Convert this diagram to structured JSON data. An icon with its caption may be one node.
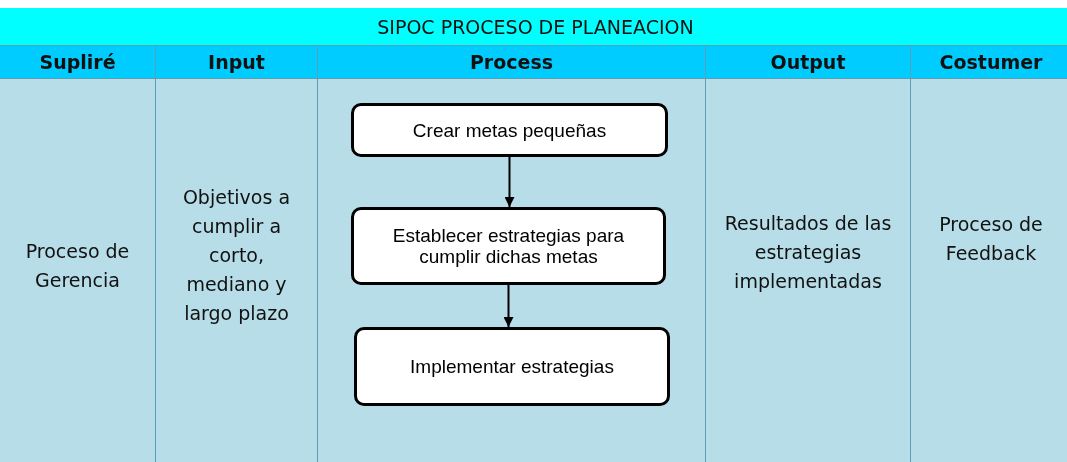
{
  "diagram": {
    "title": "SIPOC PROCESO DE PLANEACION",
    "nodes": [
      {
        "text": [
          "Crear metas pequeñas"
        ]
      },
      {
        "text": [
          "Establecer estrategias para cumplir dichas metas"
        ]
      },
      {
        "text": [
          "Implementar estrategias"
        ]
      }
    ],
    "edges": [
      {
        "from": 0,
        "to": 1,
        "arrow": "to"
      },
      {
        "from": 1,
        "to": 2,
        "arrow": "to"
      }
    ],
    "labels": [
      "Supliré",
      "Input",
      "Process",
      "Output",
      "Costumer",
      "Proceso de Gerencia",
      "Objetivos a cumplir a corto, mediano y largo plazo",
      "Resultados de las estrategias implementadas",
      "Proceso de Feedback"
    ]
  }
}
